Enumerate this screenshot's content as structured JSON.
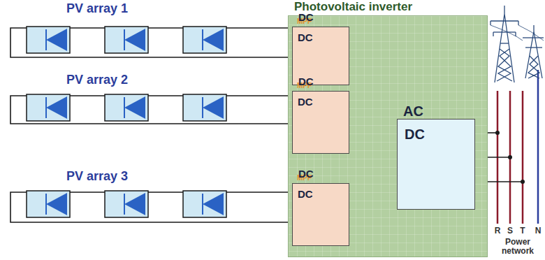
{
  "diagram": {
    "nodes": [
      {
        "text": [
          "PV array 1"
        ]
      },
      {
        "text": [
          "PV array 2"
        ]
      },
      {
        "text": [
          "PV array 3"
        ]
      },
      {
        "text": [
          "Photovoltaic inverter"
        ]
      },
      {
        "text": [
          "MPP",
          "DC",
          "DC"
        ],
        "in": 3
      },
      {
        "text": [
          "MPP",
          "DC",
          "DC"
        ],
        "in": 3
      },
      {
        "text": [
          "MPP",
          "DC",
          "DC"
        ],
        "in": 3
      },
      {
        "text": [
          "DC",
          "AC"
        ],
        "in": 3
      }
    ],
    "edges": [
      {
        "from": 0,
        "to": 4,
        "arrow": "none"
      },
      {
        "from": 1,
        "to": 5,
        "arrow": "none"
      },
      {
        "from": 2,
        "to": 6,
        "arrow": "none"
      },
      {
        "from": 4,
        "to": 7,
        "arrow": "none"
      },
      {
        "from": 4,
        "to": 7,
        "arrow": "none"
      },
      {
        "from": 5,
        "to": 7,
        "arrow": "none"
      },
      {
        "from": 5,
        "to": 7,
        "arrow": "none"
      },
      {
        "from": 6,
        "to": 7,
        "arrow": "none"
      },
      {
        "from": 6,
        "to": 7,
        "arrow": "none"
      }
    ],
    "labels": [
      "R",
      "S",
      "T",
      "N",
      "Power network"
    ]
  }
}
